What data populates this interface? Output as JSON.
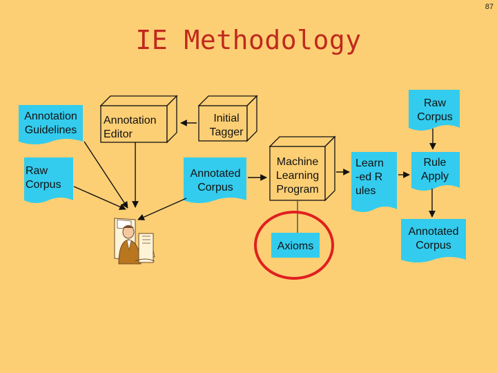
{
  "page_number": "87",
  "title": "IE Methodology",
  "nodes": {
    "annotation_guidelines": "Annotation Guidelines",
    "raw_corpus_left": "Raw Corpus",
    "annotation_editor": "Annotation Editor",
    "initial_tagger": "Initial Tagger",
    "annotated_corpus_mid": "Annotated Corpus",
    "ml_program": "Machine Learning Program",
    "axioms": "Axioms",
    "learned_rules": "Learn-ed Rules",
    "raw_corpus_right": "Raw Corpus",
    "rule_apply": "Rule Apply",
    "annotated_corpus_right": "Annotated Corpus"
  },
  "colors": {
    "background": "#fccf74",
    "document_fill": "#33ccee",
    "title": "#c0291d",
    "highlight_circle": "#e02020"
  }
}
